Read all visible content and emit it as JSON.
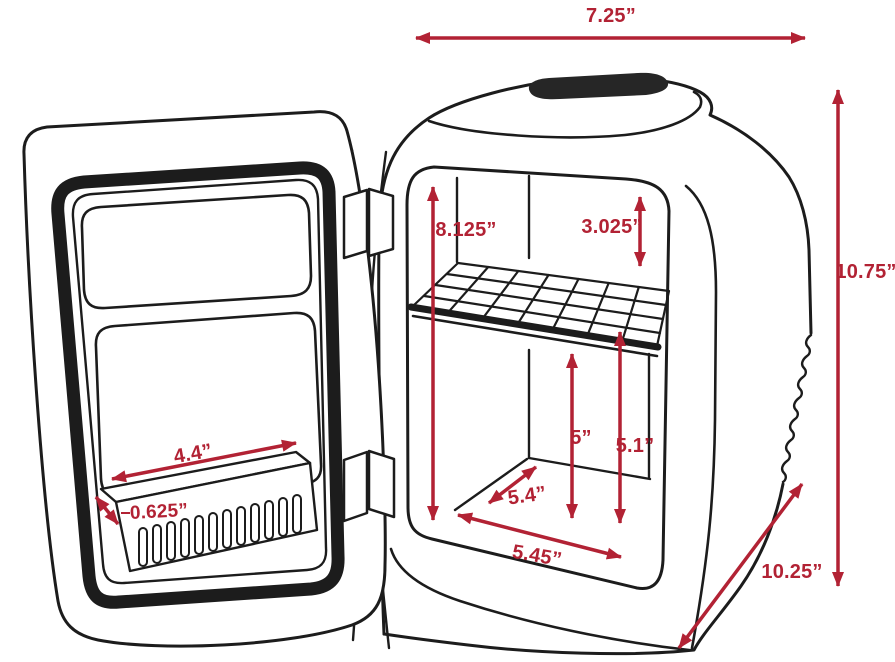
{
  "diagram": {
    "kind": "product-dimension-diagram",
    "subject": "mini fridge line drawing with open door, wire shelf and door bottle rack",
    "unit": "inches",
    "accent_color": "#B22234",
    "line_color": "#1C1C1C",
    "background_color": "#FFFFFF",
    "dimensions": {
      "top_width": "7.25”",
      "overall_height": "10.75”",
      "interior_height": "8.125”",
      "above_shelf_clearance": "3.025”",
      "below_shelf_front_height": "5”",
      "below_shelf_back_height": "5.1”",
      "interior_floor_depth": "5.4”",
      "interior_floor_width": "5.45”",
      "overall_depth": "10.25”",
      "door_rack_width": "4.4”",
      "door_rack_lip_depth": "0.625”"
    }
  }
}
